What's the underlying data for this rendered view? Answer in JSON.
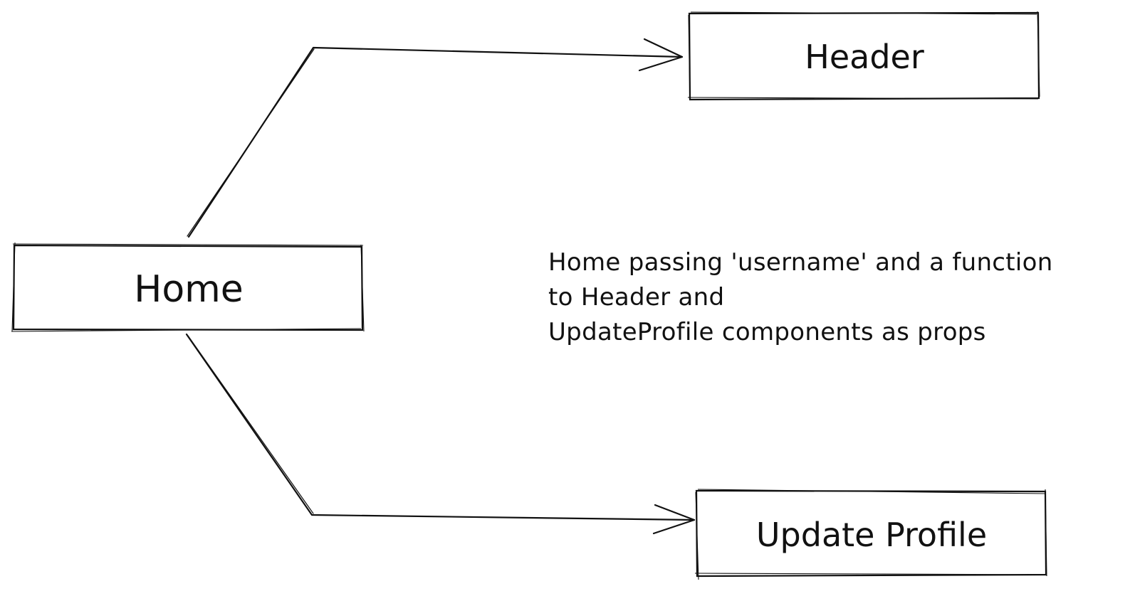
{
  "nodes": {
    "home": {
      "label": "Home"
    },
    "header": {
      "label": "Header"
    },
    "update_profile": {
      "label": "Update Profile"
    }
  },
  "annotation": {
    "lines": [
      "Home passing 'username' and a function",
      "to Header and",
      "UpdateProfile components as props"
    ]
  },
  "edges": [
    {
      "from": "Home",
      "to": "Header"
    },
    {
      "from": "Home",
      "to": "Update Profile"
    }
  ],
  "colors": {
    "stroke": "#111111",
    "background": "#ffffff"
  }
}
